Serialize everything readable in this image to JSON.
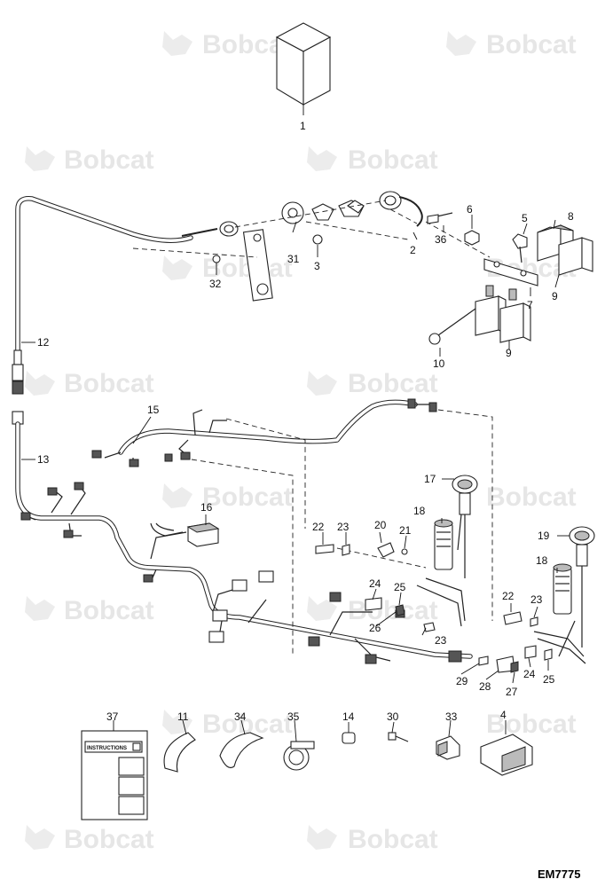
{
  "watermark": {
    "brand": "Bobcat"
  },
  "figure_code": "EM7775",
  "instruction_sheet_title": "INSTRUCTIONS",
  "callouts": {
    "c1": "1",
    "c2": "2",
    "c3": "3",
    "c4": "4",
    "c5": "5",
    "c6": "6",
    "c7": "7",
    "c8": "8",
    "c9a": "9",
    "c9b": "9",
    "c10": "10",
    "c11": "11",
    "c12": "12",
    "c13": "13",
    "c14": "14",
    "c15": "15",
    "c16": "16",
    "c17": "17",
    "c18a": "18",
    "c18b": "18",
    "c19": "19",
    "c20": "20",
    "c21": "21",
    "c22a": "22",
    "c22b": "22",
    "c23a": "23",
    "c23b": "23",
    "c23c": "23",
    "c24a": "24",
    "c24b": "24",
    "c25a": "25",
    "c25b": "25",
    "c26": "26",
    "c27": "27",
    "c28": "28",
    "c29": "29",
    "c30": "30",
    "c31": "31",
    "c32": "32",
    "c33": "33",
    "c34": "34",
    "c35": "35",
    "c36": "36",
    "c37": "37"
  }
}
